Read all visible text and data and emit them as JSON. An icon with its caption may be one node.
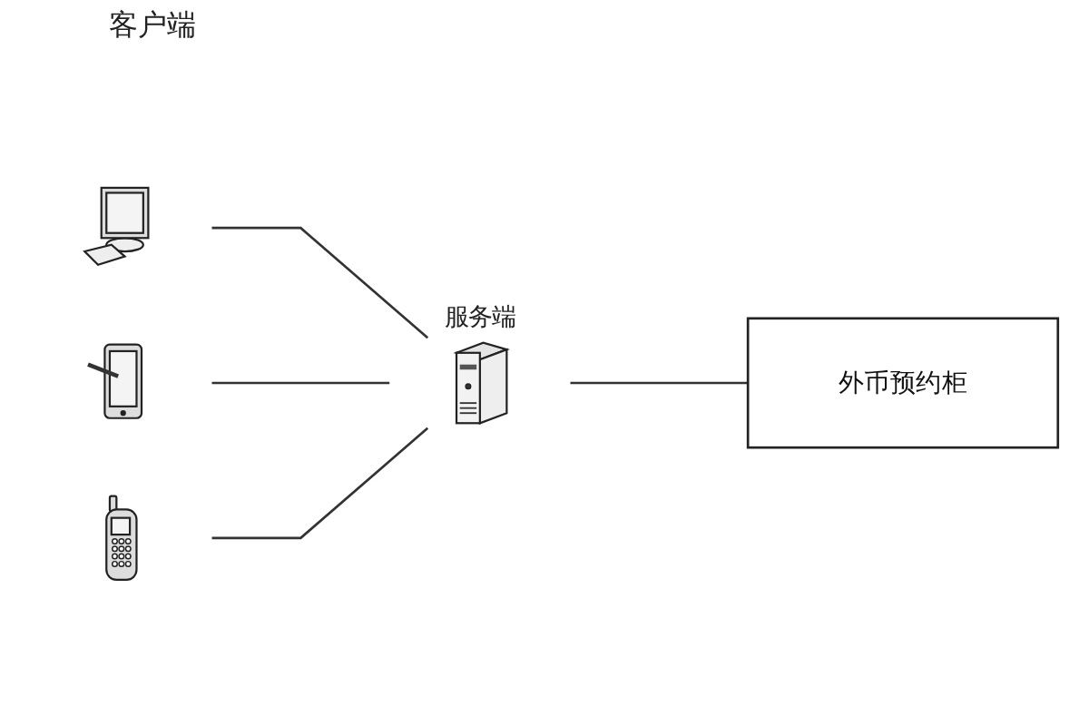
{
  "diagram": {
    "nodes": [
      {
        "text": [],
        "shape": "picture"
      },
      {
        "text": [],
        "shape": "picture"
      },
      {
        "text": [],
        "shape": "picture"
      },
      {
        "text": [],
        "shape": "picture",
        "beside": [
          "服务端"
        ]
      },
      {
        "text": [
          "外币预约柜"
        ]
      }
    ],
    "edges": [
      {
        "from": 0,
        "to": 3,
        "arrow": "none"
      },
      {
        "from": 1,
        "to": 3,
        "arrow": "none"
      },
      {
        "from": 2,
        "to": 3,
        "arrow": "none"
      },
      {
        "from": 3,
        "to": 4,
        "arrow": "none"
      }
    ],
    "labels": [
      "客户端"
    ]
  }
}
